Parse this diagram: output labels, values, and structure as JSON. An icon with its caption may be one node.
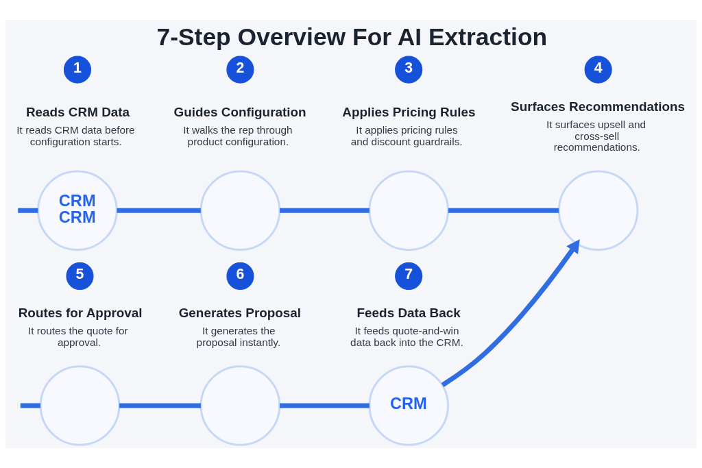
{
  "diagram": {
    "title": "7-Step Overview For AI Extraction",
    "nodes": [
      {
        "text": [
          "1"
        ]
      },
      {
        "text": [
          "CRM",
          "CRM"
        ],
        "beside": [
          "Reads CRM Data",
          "It reads CRM data before configuration starts."
        ]
      },
      {
        "text": [
          "2"
        ]
      },
      {
        "text": [],
        "shape": "circle",
        "beside": [
          "Guides Configuration",
          "It walks the rep through product configuration."
        ]
      },
      {
        "text": [
          "3"
        ]
      },
      {
        "text": [],
        "shape": "circle",
        "beside": [
          "Applies Pricing Rules",
          "It applies pricing rules and discount guardrails."
        ]
      },
      {
        "text": [
          "4"
        ]
      },
      {
        "text": [],
        "shape": "circle",
        "beside": [
          "Surfaces Recommendations",
          "It surfaces upsell and cross-sell recommendations."
        ]
      },
      {
        "text": [
          "5"
        ]
      },
      {
        "text": [],
        "shape": "circle",
        "beside": [
          "Routes for Approval",
          "It routes the quote for approval."
        ]
      },
      {
        "text": [
          "6"
        ]
      },
      {
        "text": [],
        "shape": "circle",
        "beside": [
          "Generates Proposal",
          "It generates the proposal instantly."
        ]
      },
      {
        "text": [
          "7"
        ]
      },
      {
        "text": [
          "CRM"
        ],
        "beside": [
          "Feeds Data Back",
          "It feeds quote-and-win data back into the CRM."
        ]
      }
    ],
    "edges": [
      {
        "from": null,
        "to": 1,
        "arrow": "none"
      },
      {
        "from": 1,
        "to": 3,
        "arrow": "none"
      },
      {
        "from": 3,
        "to": 5,
        "arrow": "none"
      },
      {
        "from": 5,
        "to": 7,
        "arrow": "none"
      },
      {
        "from": 13,
        "to": 7,
        "arrow": "to"
      },
      {
        "from": null,
        "to": 9,
        "arrow": "none"
      },
      {
        "from": 9,
        "to": 11,
        "arrow": "none"
      },
      {
        "from": 11,
        "to": 13,
        "arrow": "none"
      }
    ]
  }
}
